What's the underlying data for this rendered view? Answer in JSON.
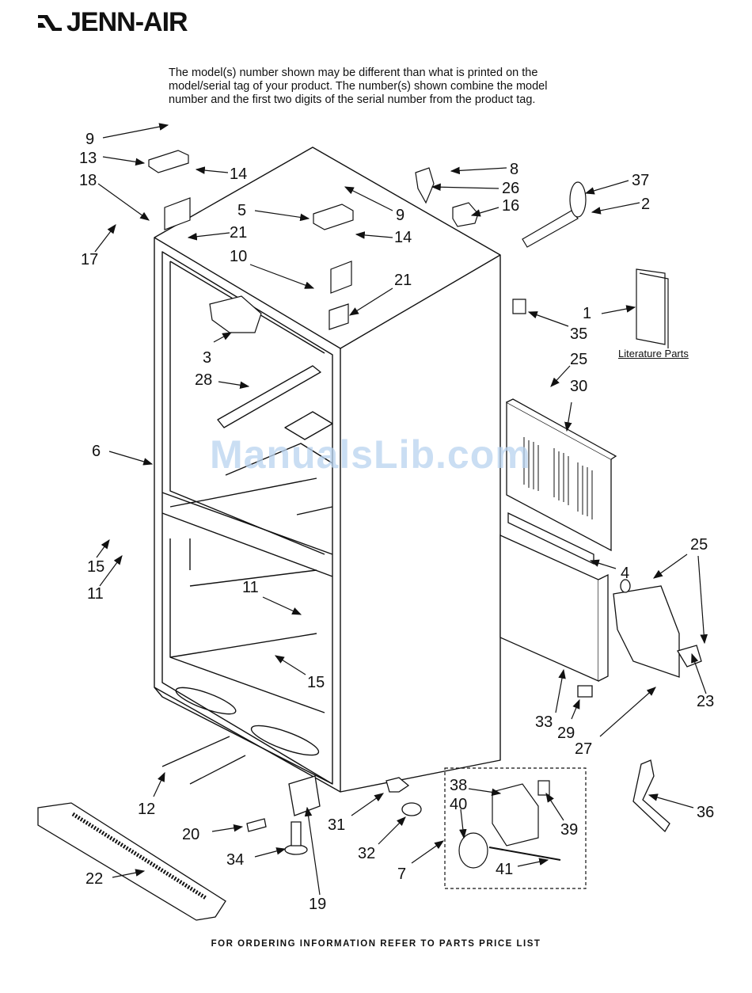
{
  "brand": {
    "name": "JENN-AIR"
  },
  "notice": {
    "line1": "The model(s) number shown may be different than what is printed on the",
    "line2": "model/serial tag of your product. The number(s) shown combine the model",
    "line3": "number and the first two digits of the serial number from the product tag."
  },
  "literature_label": "Literature Parts",
  "watermark": "ManualsLib.com",
  "footer": "FOR ORDERING INFORMATION REFER TO PARTS PRICE LIST",
  "callouts": [
    {
      "id": "c9a",
      "text": "9"
    },
    {
      "id": "c13",
      "text": "13"
    },
    {
      "id": "c14a",
      "text": "14"
    },
    {
      "id": "c18",
      "text": "18"
    },
    {
      "id": "c17",
      "text": "17"
    },
    {
      "id": "c21a",
      "text": "21"
    },
    {
      "id": "c5",
      "text": "5"
    },
    {
      "id": "c9b",
      "text": "9"
    },
    {
      "id": "c14b",
      "text": "14"
    },
    {
      "id": "c10",
      "text": "10"
    },
    {
      "id": "c21b",
      "text": "21"
    },
    {
      "id": "c8",
      "text": "8"
    },
    {
      "id": "c26",
      "text": "26"
    },
    {
      "id": "c16",
      "text": "16"
    },
    {
      "id": "c37",
      "text": "37"
    },
    {
      "id": "c2",
      "text": "2"
    },
    {
      "id": "c1",
      "text": "1"
    },
    {
      "id": "c35",
      "text": "35"
    },
    {
      "id": "c3",
      "text": "3"
    },
    {
      "id": "c28",
      "text": "28"
    },
    {
      "id": "c25a",
      "text": "25"
    },
    {
      "id": "c30",
      "text": "30"
    },
    {
      "id": "c6",
      "text": "6"
    },
    {
      "id": "c15a",
      "text": "15"
    },
    {
      "id": "c11a",
      "text": "11"
    },
    {
      "id": "c11b",
      "text": "11"
    },
    {
      "id": "c15b",
      "text": "15"
    },
    {
      "id": "c4",
      "text": "4"
    },
    {
      "id": "c25b",
      "text": "25"
    },
    {
      "id": "c23",
      "text": "23"
    },
    {
      "id": "c33",
      "text": "33"
    },
    {
      "id": "c29",
      "text": "29"
    },
    {
      "id": "c27",
      "text": "27"
    },
    {
      "id": "c12",
      "text": "12"
    },
    {
      "id": "c20",
      "text": "20"
    },
    {
      "id": "c34",
      "text": "34"
    },
    {
      "id": "c19",
      "text": "19"
    },
    {
      "id": "c22",
      "text": "22"
    },
    {
      "id": "c31",
      "text": "31"
    },
    {
      "id": "c32",
      "text": "32"
    },
    {
      "id": "c7",
      "text": "7"
    },
    {
      "id": "c38",
      "text": "38"
    },
    {
      "id": "c40",
      "text": "40"
    },
    {
      "id": "c39",
      "text": "39"
    },
    {
      "id": "c41",
      "text": "41"
    },
    {
      "id": "c36",
      "text": "36"
    }
  ]
}
